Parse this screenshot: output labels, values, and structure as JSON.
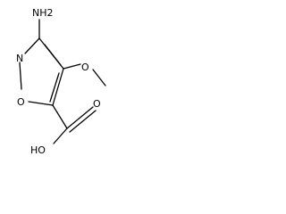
{
  "molecule": {
    "atoms": {
      "nh2": "NH2",
      "n1": "N",
      "o1": "O",
      "o_methoxy": "O",
      "o_carbonyl": "O",
      "oh": "HO"
    }
  }
}
